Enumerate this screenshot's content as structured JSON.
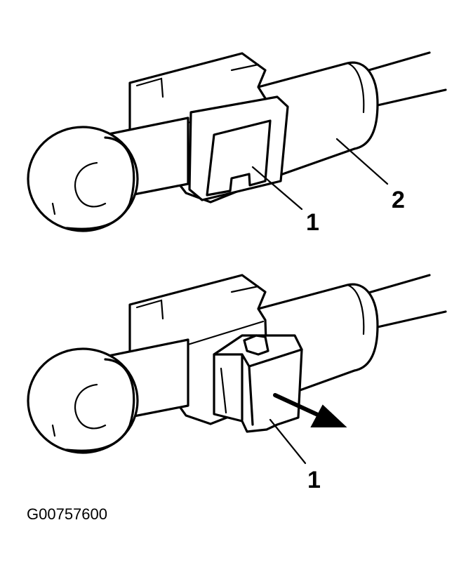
{
  "figure": {
    "id_code": "G00757600",
    "top_view": {
      "callouts": [
        "1",
        "2"
      ]
    },
    "bottom_view": {
      "callouts": [
        "1"
      ]
    }
  }
}
